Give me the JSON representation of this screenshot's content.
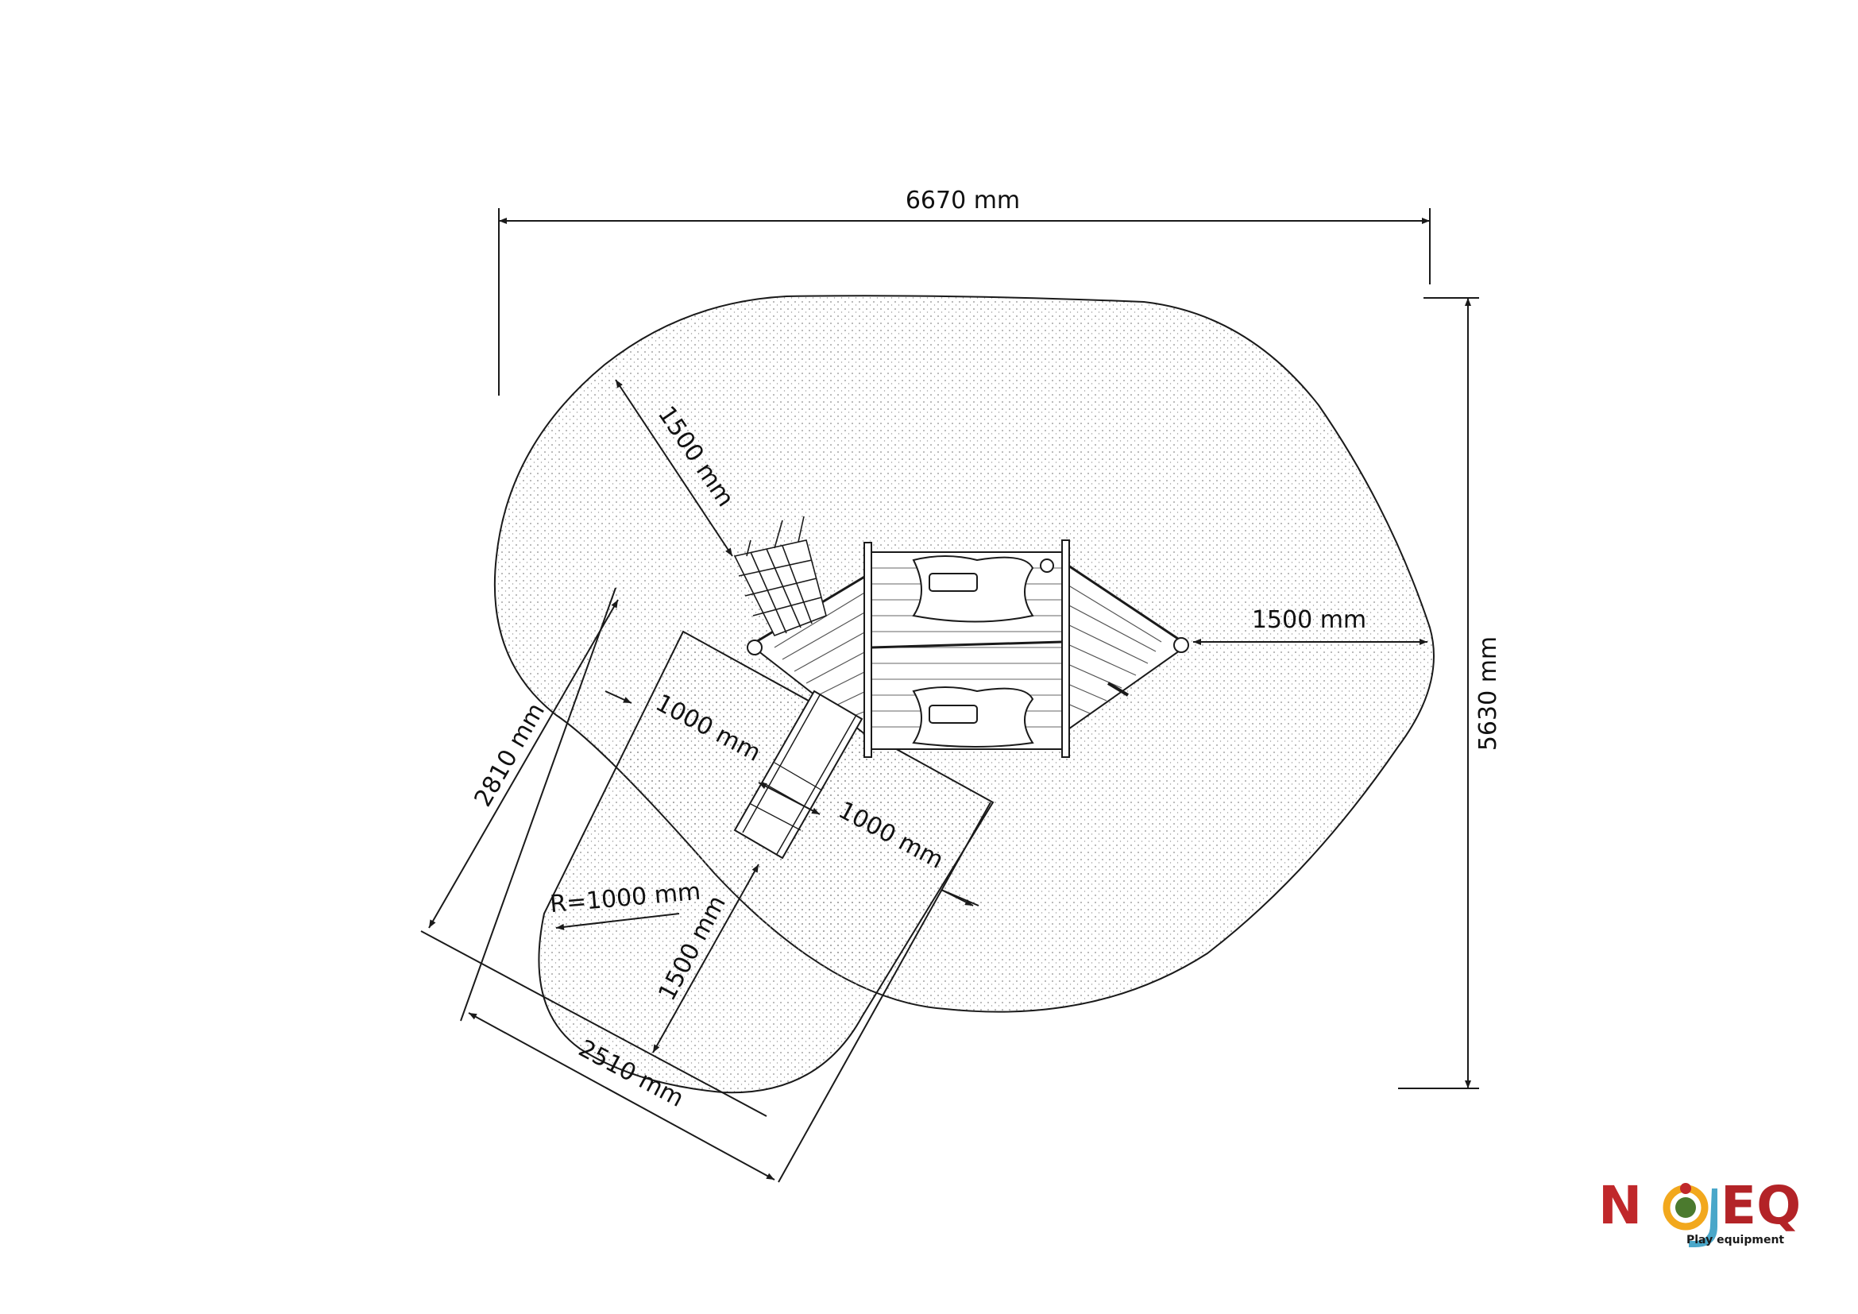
{
  "dimensions": {
    "total_width": "6670 mm",
    "total_depth": "5630 mm",
    "top_left_clearance": "1500 mm",
    "right_clearance": "1500 mm",
    "slide_zone_length": "2810 mm",
    "slide_zone_width": "2510 mm",
    "slide_side_left": "1000 mm",
    "slide_side_right": "1000 mm",
    "slide_exit_clearance": "1500 mm",
    "corner_radius": "R=1000 mm"
  },
  "logo": {
    "letters": [
      "N",
      "EQ"
    ],
    "tagline": "Play equipment",
    "colors": {
      "n": "#c0282b",
      "ring": "#f2a81d",
      "j": "#4aa7c9",
      "eq": "#b32327",
      "figure": "#4b7a2e"
    }
  },
  "colors": {
    "line": "#1a1a1a",
    "surface_dots": "#8a8a8a"
  }
}
